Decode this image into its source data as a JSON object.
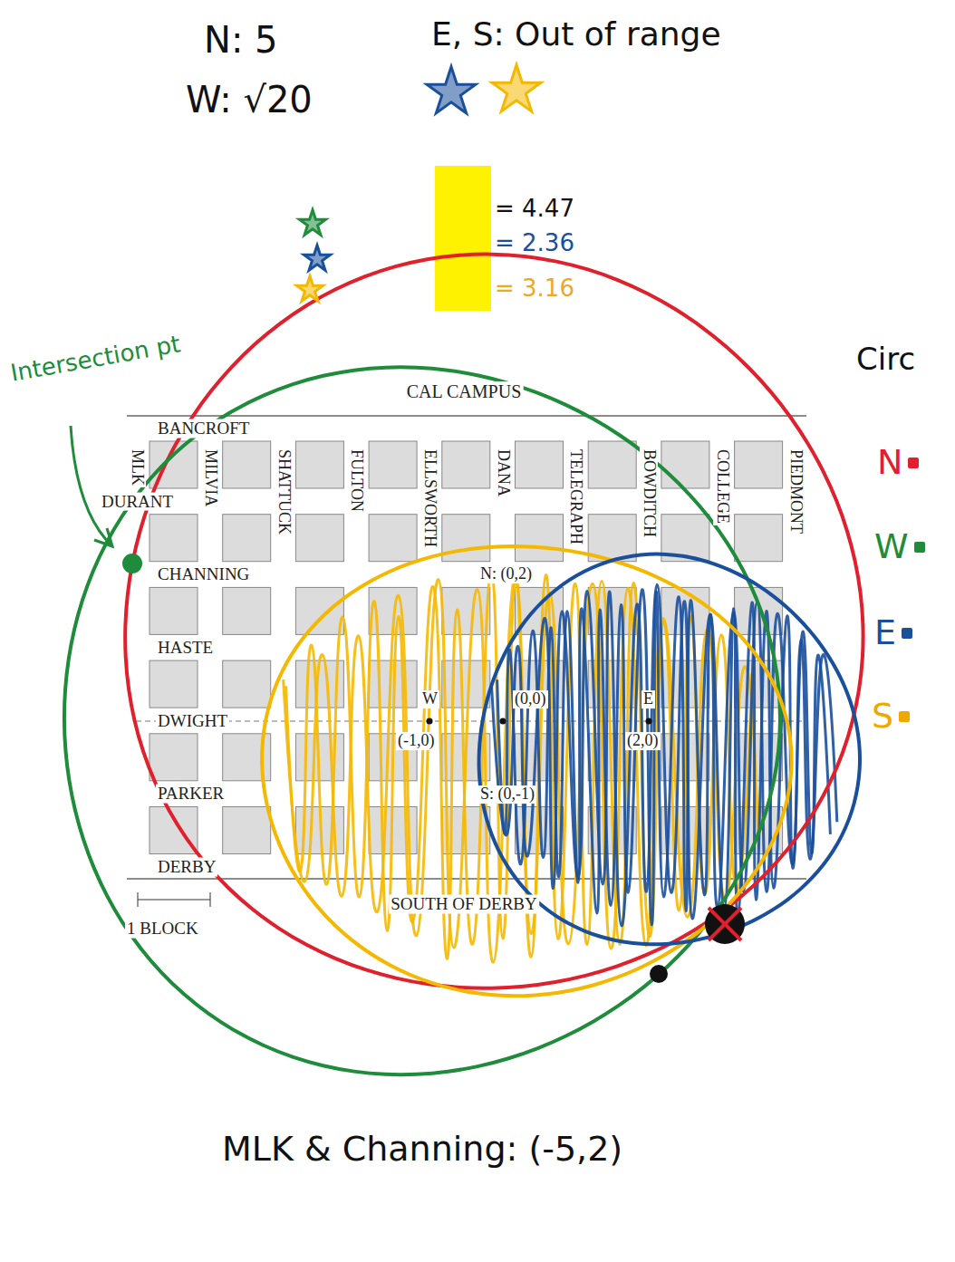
{
  "diagram": {
    "labels": [
      "N: 5",
      "W: √20",
      "E, S: Out of range",
      "= 4.47",
      "= 2.36",
      "= 3.16",
      "Intersection pt",
      "Circ",
      "CAL CAMPUS",
      "BANCROFT",
      "DURANT",
      "CHANNING",
      "HASTE",
      "DWIGHT",
      "PARKER",
      "DERBY",
      "SOUTH OF DERBY",
      "1 BLOCK",
      "MLK",
      "MILVIA",
      "SHATTUCK",
      "FULTON",
      "ELLSWORTH",
      "DANA",
      "TELEGRAPH",
      "BOWDITCH",
      "COLLEGE",
      "PIEDMONT",
      "N: (0,2)",
      "W",
      "(-1,0)",
      "(0,0)",
      "E",
      "(2,0)",
      "S: (0,-1)",
      "MLK & Channing: (-5,2)"
    ],
    "legend": [
      {
        "text": "N",
        "color": "#e0202c"
      },
      {
        "text": "W",
        "color": "#1e8c3a"
      },
      {
        "text": "E",
        "color": "#1a4f9c"
      },
      {
        "text": "S",
        "color": "#f0a800"
      }
    ]
  }
}
